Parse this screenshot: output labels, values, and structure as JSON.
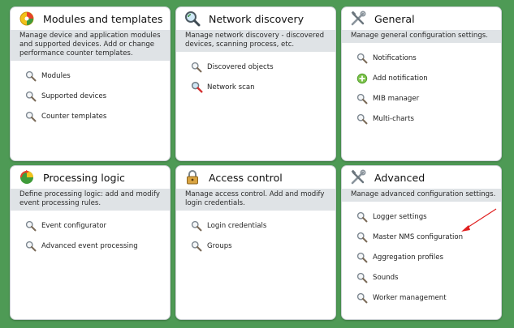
{
  "colors": {
    "background": "#4e9a55",
    "description_band": "#dfe3e6",
    "annotation_arrow": "#e02020"
  },
  "cards": {
    "modules": {
      "title": "Modules and templates",
      "icon": "modules-icon",
      "description": "Manage device and application modules and supported devices. Add or change performance counter templates.",
      "items": [
        {
          "label": "Modules",
          "icon": "magnifier-icon"
        },
        {
          "label": "Supported devices",
          "icon": "magnifier-icon"
        },
        {
          "label": "Counter templates",
          "icon": "magnifier-icon"
        }
      ]
    },
    "network": {
      "title": "Network discovery",
      "icon": "network-discovery-icon",
      "description": "Manage network discovery - discovered devices, scanning process, etc.",
      "items": [
        {
          "label": "Discovered objects",
          "icon": "magnifier-icon"
        },
        {
          "label": "Network scan",
          "icon": "network-scan-icon"
        }
      ]
    },
    "general": {
      "title": "General",
      "icon": "tools-icon",
      "description": "Manage general configuration settings.",
      "items": [
        {
          "label": "Notifications",
          "icon": "magnifier-icon"
        },
        {
          "label": "Add notification",
          "icon": "add-icon"
        },
        {
          "label": "MIB manager",
          "icon": "magnifier-icon"
        },
        {
          "label": "Multi-charts",
          "icon": "magnifier-icon"
        }
      ]
    },
    "processing": {
      "title": "Processing logic",
      "icon": "processing-logic-icon",
      "description": "Define processing logic: add and modify event processing rules.",
      "items": [
        {
          "label": "Event configurator",
          "icon": "magnifier-icon"
        },
        {
          "label": "Advanced event processing",
          "icon": "magnifier-icon"
        }
      ]
    },
    "access": {
      "title": "Access control",
      "icon": "padlock-icon",
      "description": "Manage access control. Add and modify login credentials.",
      "items": [
        {
          "label": "Login credentials",
          "icon": "magnifier-icon"
        },
        {
          "label": "Groups",
          "icon": "magnifier-icon"
        }
      ]
    },
    "advanced": {
      "title": "Advanced",
      "icon": "tools-icon",
      "description": "Manage advanced configuration settings.",
      "items": [
        {
          "label": "Logger settings",
          "icon": "magnifier-icon"
        },
        {
          "label": "Master NMS configuration",
          "icon": "magnifier-icon"
        },
        {
          "label": "Aggregation profiles",
          "icon": "magnifier-icon"
        },
        {
          "label": "Sounds",
          "icon": "magnifier-icon"
        },
        {
          "label": "Worker management",
          "icon": "magnifier-icon"
        }
      ]
    }
  }
}
